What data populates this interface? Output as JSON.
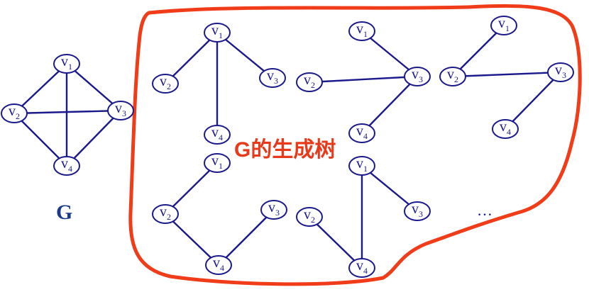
{
  "graph_title": "G",
  "caption": "G的生成树",
  "ellipsis": "…",
  "colors": {
    "edge": "#1a1a8c",
    "node_text": "#1a1a8c",
    "boundary": "#f03c18",
    "caption": "#e8391a"
  },
  "graphs": [
    {
      "id": "G",
      "label": "G",
      "nodes": [
        {
          "id": "v1",
          "letter": "v",
          "sub": "1"
        },
        {
          "id": "v2",
          "letter": "v",
          "sub": "2"
        },
        {
          "id": "v3",
          "letter": "v",
          "sub": "3"
        },
        {
          "id": "v4",
          "letter": "v",
          "sub": "4"
        }
      ],
      "edges": [
        [
          "v1",
          "v2"
        ],
        [
          "v1",
          "v3"
        ],
        [
          "v1",
          "v4"
        ],
        [
          "v2",
          "v3"
        ],
        [
          "v2",
          "v4"
        ],
        [
          "v3",
          "v4"
        ]
      ]
    },
    {
      "id": "T1",
      "nodes": [
        {
          "id": "v1",
          "letter": "v",
          "sub": "1"
        },
        {
          "id": "v2",
          "letter": "v",
          "sub": "2"
        },
        {
          "id": "v3",
          "letter": "v",
          "sub": "3"
        },
        {
          "id": "v4",
          "letter": "v",
          "sub": "4"
        }
      ],
      "edges": [
        [
          "v1",
          "v2"
        ],
        [
          "v1",
          "v3"
        ],
        [
          "v1",
          "v4"
        ]
      ]
    },
    {
      "id": "T2",
      "nodes": [
        {
          "id": "v1",
          "letter": "v",
          "sub": "1"
        },
        {
          "id": "v2",
          "letter": "v",
          "sub": "2"
        },
        {
          "id": "v3",
          "letter": "v",
          "sub": "3"
        },
        {
          "id": "v4",
          "letter": "v",
          "sub": "4"
        }
      ],
      "edges": [
        [
          "v1",
          "v3"
        ],
        [
          "v2",
          "v3"
        ],
        [
          "v3",
          "v4"
        ]
      ]
    },
    {
      "id": "T3",
      "nodes": [
        {
          "id": "v1",
          "letter": "v",
          "sub": "1"
        },
        {
          "id": "v2",
          "letter": "v",
          "sub": "2"
        },
        {
          "id": "v3",
          "letter": "v",
          "sub": "3"
        },
        {
          "id": "v4",
          "letter": "v",
          "sub": "4"
        }
      ],
      "edges": [
        [
          "v1",
          "v2"
        ],
        [
          "v2",
          "v3"
        ],
        [
          "v3",
          "v4"
        ]
      ]
    },
    {
      "id": "T4",
      "nodes": [
        {
          "id": "v1",
          "letter": "v",
          "sub": "1"
        },
        {
          "id": "v2",
          "letter": "v",
          "sub": "2"
        },
        {
          "id": "v3",
          "letter": "v",
          "sub": "3"
        },
        {
          "id": "v4",
          "letter": "v",
          "sub": "4"
        }
      ],
      "edges": [
        [
          "v1",
          "v2"
        ],
        [
          "v2",
          "v4"
        ],
        [
          "v3",
          "v4"
        ]
      ]
    },
    {
      "id": "T5",
      "nodes": [
        {
          "id": "v1",
          "letter": "v",
          "sub": "1"
        },
        {
          "id": "v2",
          "letter": "v",
          "sub": "2"
        },
        {
          "id": "v3",
          "letter": "v",
          "sub": "3"
        },
        {
          "id": "v4",
          "letter": "v",
          "sub": "4"
        }
      ],
      "edges": [
        [
          "v1",
          "v3"
        ],
        [
          "v1",
          "v4"
        ],
        [
          "v2",
          "v4"
        ]
      ]
    }
  ]
}
